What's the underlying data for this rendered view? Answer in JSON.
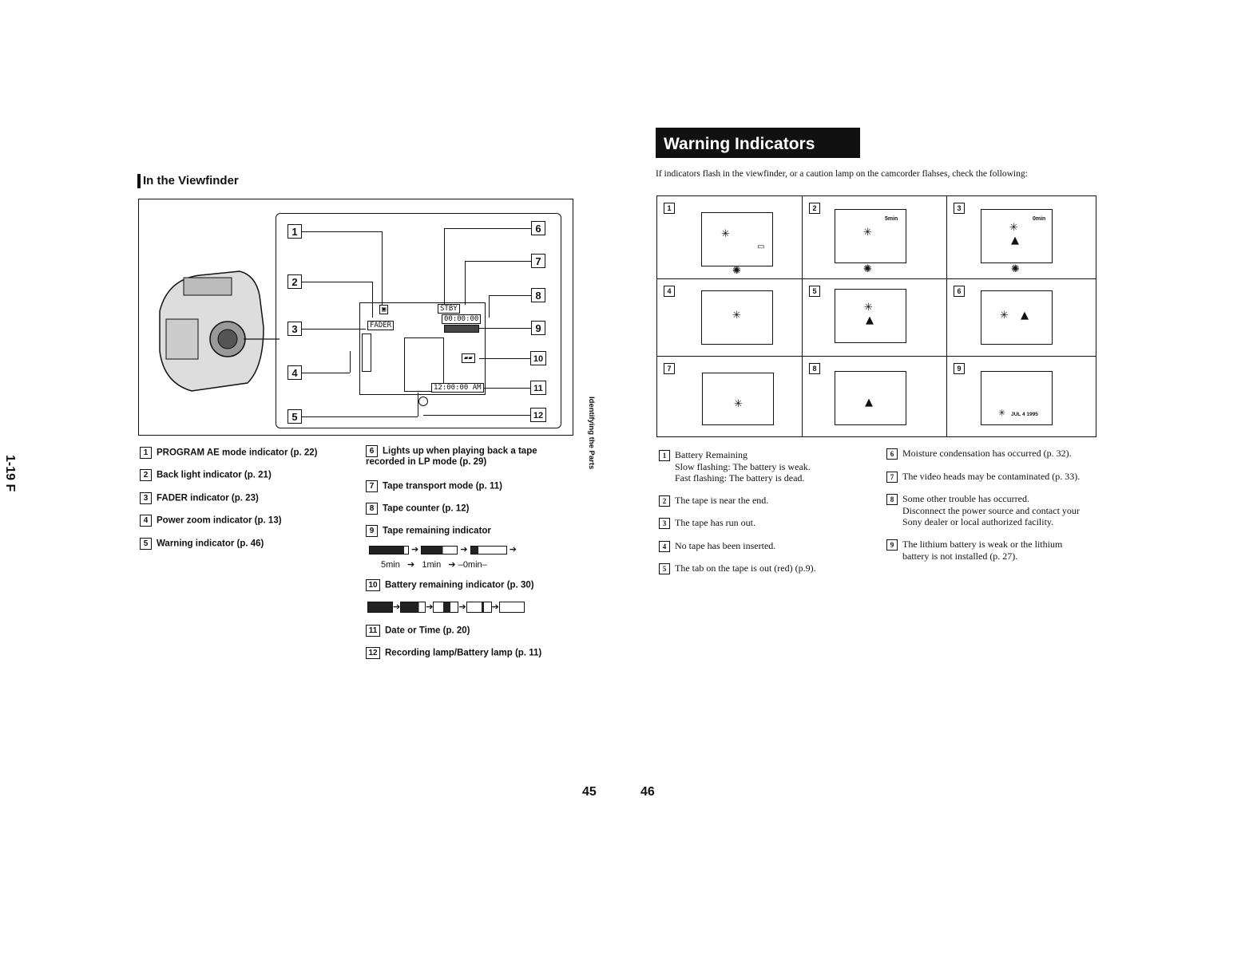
{
  "left_page": {
    "section_title": "In the Viewfinder",
    "callouts": [
      "1",
      "2",
      "3",
      "4",
      "5",
      "6",
      "7",
      "8",
      "9",
      "10",
      "11",
      "12"
    ],
    "screen": {
      "stby": "STBY",
      "counter": "00:00:00",
      "fader": "FADER",
      "clock": "12:00:00 AM"
    },
    "items": [
      {
        "num": "1",
        "text": "PROGRAM AE mode indicator (p. 22)"
      },
      {
        "num": "2",
        "text": "Back light indicator (p. 21)"
      },
      {
        "num": "3",
        "text": "FADER indicator (p. 23)"
      },
      {
        "num": "4",
        "text": "Power zoom indicator (p. 13)"
      },
      {
        "num": "5",
        "text": "Warning indicator (p. 46)"
      }
    ],
    "items_right": [
      {
        "num": "6",
        "text": "Lights up when playing back a tape recorded in LP mode (p. 29)"
      },
      {
        "num": "7",
        "text": "Tape transport mode (p. 11)"
      },
      {
        "num": "8",
        "text": "Tape counter (p. 12)"
      },
      {
        "num": "9",
        "text": "Tape remaining indicator"
      },
      {
        "num": "10",
        "text": "Battery remaining indicator (p. 30)"
      },
      {
        "num": "11",
        "text": "Date or Time (p. 20)"
      },
      {
        "num": "12",
        "text": "Recording lamp/Battery lamp (p. 11)"
      }
    ],
    "tape_sequence": [
      "5min",
      "1min",
      "0min"
    ],
    "side_tab": "Identifying the Parts",
    "page_number": "45",
    "margin_code": "1-19 F"
  },
  "right_page": {
    "title": "Warning Indicators",
    "intro": "If indicators flash in the viewfinder, or a caution lamp on the camcorder flahses, check the following:",
    "cells": [
      {
        "num": "1"
      },
      {
        "num": "2",
        "label": "5min"
      },
      {
        "num": "3",
        "label": "0min"
      },
      {
        "num": "4"
      },
      {
        "num": "5"
      },
      {
        "num": "6"
      },
      {
        "num": "7"
      },
      {
        "num": "8"
      },
      {
        "num": "9",
        "label": "JUL 4 1995"
      }
    ],
    "items_left": [
      {
        "num": "1",
        "title": "Battery Remaining",
        "lines": [
          "Slow flashing: The battery is weak.",
          "Fast flashing: The battery is dead."
        ]
      },
      {
        "num": "2",
        "title": "The tape is near the end.",
        "lines": []
      },
      {
        "num": "3",
        "title": "The tape has run out.",
        "lines": []
      },
      {
        "num": "4",
        "title": "No tape has been inserted.",
        "lines": []
      },
      {
        "num": "5",
        "title": "The tab on the tape is out (red) (p.9).",
        "lines": []
      }
    ],
    "items_right": [
      {
        "num": "6",
        "title": "Moisture condensation has occurred (p. 32).",
        "lines": []
      },
      {
        "num": "7",
        "title": "The video heads may be contaminated (p. 33).",
        "lines": []
      },
      {
        "num": "8",
        "title": "Some other trouble has occurred.",
        "lines": [
          "Disconnect the power source and contact your",
          "Sony dealer or local authorized facility."
        ]
      },
      {
        "num": "9",
        "title": "The lithium battery is weak or the lithium",
        "lines": [
          "battery is not installed (p. 27)."
        ]
      }
    ],
    "page_number": "46"
  }
}
